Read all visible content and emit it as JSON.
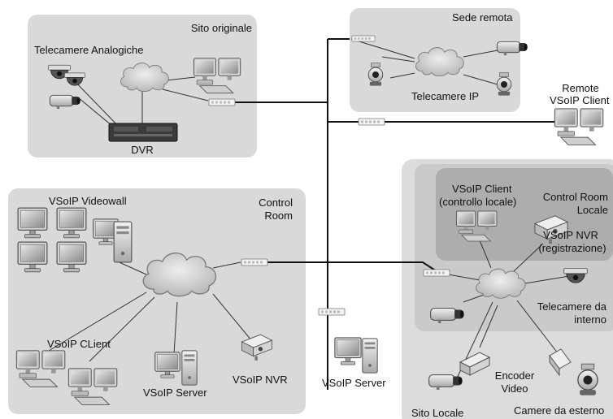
{
  "regions": {
    "sito_originale": {
      "title": "Sito originale",
      "cameras_label": "Telecamere Analogiche",
      "dvr_label": "DVR"
    },
    "sede_remota": {
      "title": "Sede remota",
      "cameras_label": "Telecamere IP"
    },
    "remote_client": {
      "label_line1": "Remote",
      "label_line2": "VSoIP Client"
    },
    "control_room": {
      "title_line1": "Control",
      "title_line2": "Room",
      "videowall_label": "VSoIP Videowall",
      "client_label": "VSoIP CLient",
      "server_label": "VSoIP Server",
      "nvr_label": "VSoIP NVR"
    },
    "central_server": {
      "label": "VSoIP Server"
    },
    "sito_locale": {
      "title": "Sito Locale",
      "control_room_locale_line1": "Control Room",
      "control_room_locale_line2": "Locale",
      "client_line1": "VSoIP Client",
      "client_line2": "(controllo locale)",
      "nvr_line1": "VSoIP NVR",
      "nvr_line2": "(registrazione)",
      "indoor_line1": "Telecamere da",
      "indoor_line2": "interno",
      "encoder_line1": "Encoder",
      "encoder_line2": "Video",
      "outdoor_label": "Camere da esterno"
    }
  }
}
